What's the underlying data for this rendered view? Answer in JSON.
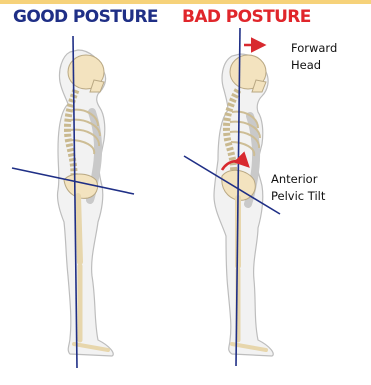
{
  "figures": {
    "good": {
      "title": "GOOD POSTURE",
      "title_color": "#1f2f86"
    },
    "bad": {
      "title": "BAD POSTURE",
      "title_color": "#e0262b",
      "annotations": [
        {
          "id": "forward_head",
          "text": "Forward\nHead"
        },
        {
          "id": "anterior_pelvic_tilt",
          "text": "Anterior\nPelvic Tilt"
        }
      ]
    }
  },
  "colors": {
    "plumb_line": "#1f2f86",
    "arrow": "#d8292f",
    "bone": "#f3e3bf",
    "bone_outline": "#b9a883",
    "body_outline": "#bdbdbd"
  }
}
